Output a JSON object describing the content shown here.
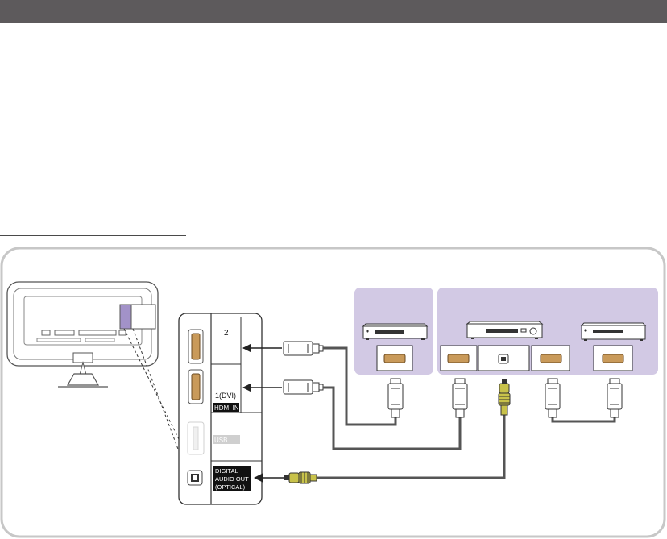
{
  "header": {
    "faint_text": ""
  },
  "port_panel": {
    "hdmi2_label": "2",
    "hdmi1_label": "1(DVI)",
    "hdmi_in_label": "HDMI IN",
    "usb_label": "USB",
    "optical_label_lines": [
      "DIGITAL",
      "AUDIO OUT",
      "(OPTICAL)"
    ]
  },
  "colors": {
    "header_bar": "#5d5a5c",
    "device_panel": "#d2c9e4",
    "port_highlight": "#a292c8",
    "hdmi_port": "#c99a5a",
    "optical_plug": "#c8c24a"
  },
  "icons": [
    "tv-monitor-icon",
    "hdmi-cable-icon",
    "optical-cable-icon",
    "bluray-player-icon",
    "av-receiver-icon",
    "set-top-box-icon"
  ]
}
